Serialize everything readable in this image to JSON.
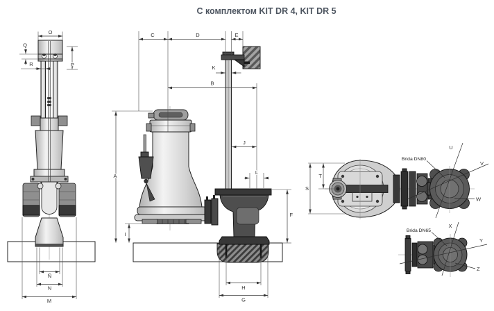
{
  "title": "С комплектом KIT DR 4, KIT DR 5",
  "colors": {
    "title_text": "#4d5560",
    "dim_text": "#333333",
    "line": "#2a2a2a",
    "dark_metal": "#4a4a4a",
    "light_metal": "#d9d9d9"
  },
  "front_view": {
    "dims": {
      "o": "O",
      "q": "Q",
      "r": "R",
      "p": "P",
      "n_tilde": "Ñ",
      "n": "N",
      "m": "M"
    }
  },
  "side_view": {
    "dims": {
      "c": "C",
      "d": "D",
      "e": "E",
      "k": "K",
      "b": "B",
      "a": "A",
      "j": "J",
      "l": "L",
      "i": "I",
      "f": "F",
      "h": "H",
      "g": "G"
    }
  },
  "top_view": {
    "flange_label": "Brida DN80",
    "dims": {
      "t": "T",
      "s": "S"
    },
    "callouts": {
      "u": "U",
      "v": "V",
      "w": "W"
    }
  },
  "dn65_view": {
    "flange_label": "Brida DN65",
    "callouts": {
      "x": "X",
      "y": "Y",
      "z": "Z"
    }
  }
}
